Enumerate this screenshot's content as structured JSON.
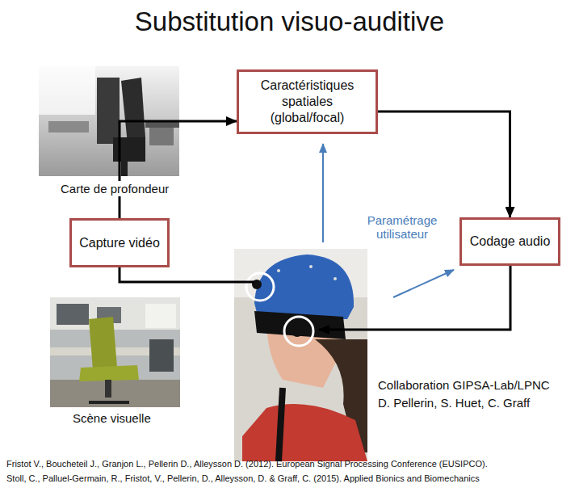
{
  "diagram": {
    "title": "Substitution visuo-auditive",
    "nodes": [
      {
        "text": [
          "Caractéristiques spatiales (global/focal)"
        ]
      },
      {
        "text": [
          "Capture vidéo"
        ]
      },
      {
        "text": [
          "Codage audio"
        ]
      }
    ],
    "edges": [
      {
        "from": 1,
        "to": 0,
        "arrow": "to"
      },
      {
        "from": 0,
        "to": 2,
        "arrow": "to"
      }
    ],
    "labels": [
      "Carte de profondeur",
      "Paramétrage utilisateur",
      "Scène visuelle",
      "Collaboration GIPSA-Lab/LPNC",
      "D. Pellerin, S. Huet, C. Graff",
      "Fristot V., Boucheteil J., Granjon L., Pellerin D., Alleysson D. (2012). European Signal Processing Conference (EUSIPCO).",
      "Stoll, C., Palluel-Germain, R., Fristot, V., Pellerin, D., Alleysson, D. & Graff, C. (2015). Applied Bionics and Biomechanics"
    ]
  }
}
